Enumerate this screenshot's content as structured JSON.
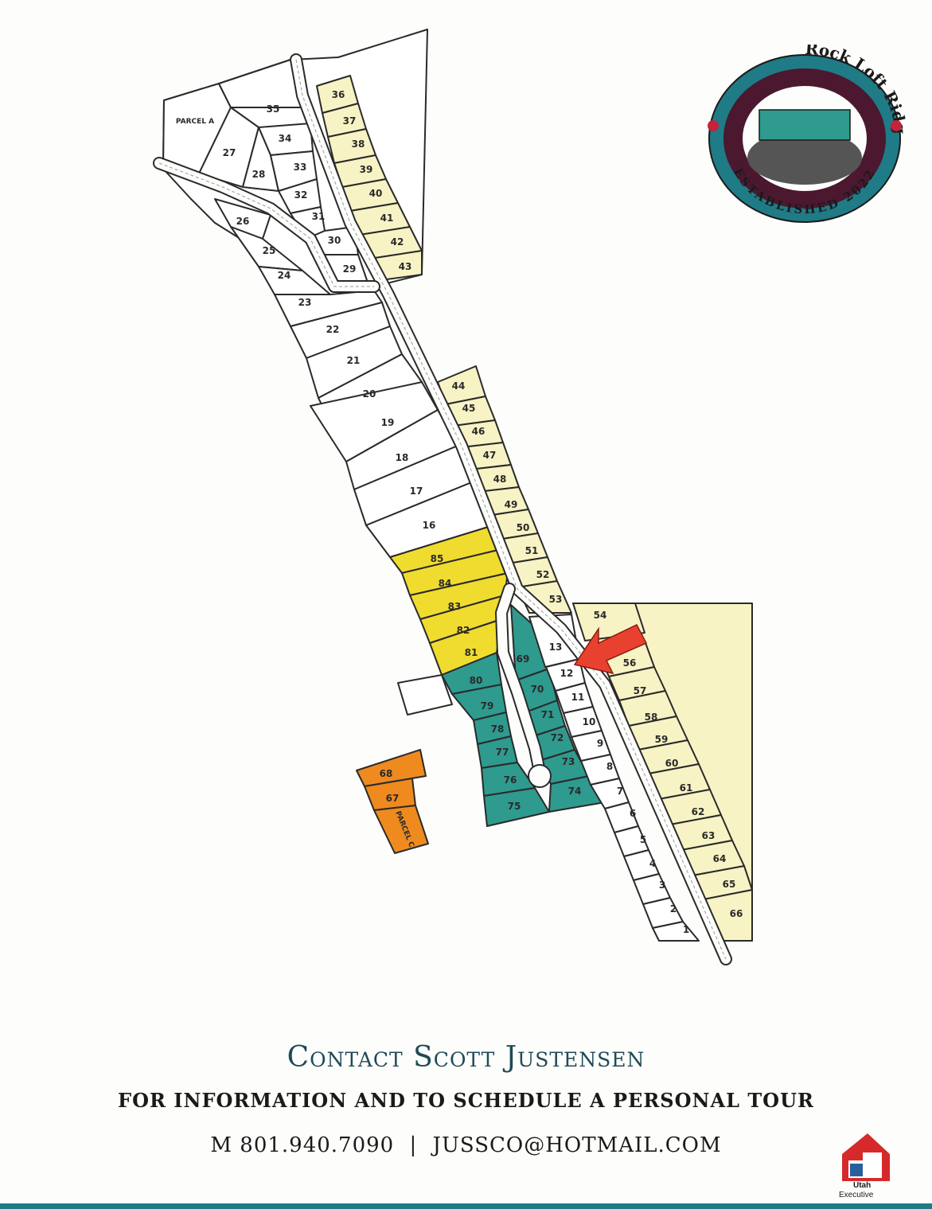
{
  "brand": {
    "name": "Rock Loft Ridge Estates",
    "established": "ESTABLISHED 2022",
    "accent_teal": "#1f7b86",
    "ring_color": "#4b1830"
  },
  "legend_colors": {
    "light_yellow": "#f7f3c4",
    "yellow": "#f0dc2f",
    "teal": "#2f9a8e",
    "orange": "#ef8a1f",
    "white": "#ffffff",
    "arrow_red": "#e8412f"
  },
  "parcels": {
    "parcel_a": "PARCEL A",
    "parcel_c": "PARCEL C"
  },
  "lots": {
    "1": "1",
    "2": "2",
    "3": "3",
    "4": "4",
    "5": "5",
    "6": "6",
    "7": "7",
    "8": "8",
    "9": "9",
    "10": "10",
    "11": "11",
    "12": "12",
    "13": "13",
    "16": "16",
    "17": "17",
    "18": "18",
    "19": "19",
    "20": "20",
    "21": "21",
    "22": "22",
    "23": "23",
    "24": "24",
    "25": "25",
    "26": "26",
    "27": "27",
    "28": "28",
    "29": "29",
    "30": "30",
    "31": "31",
    "32": "32",
    "33": "33",
    "34": "34",
    "35": "35",
    "36": "36",
    "37": "37",
    "38": "38",
    "39": "39",
    "40": "40",
    "41": "41",
    "42": "42",
    "43": "43",
    "44": "44",
    "45": "45",
    "46": "46",
    "47": "47",
    "48": "48",
    "49": "49",
    "50": "50",
    "51": "51",
    "52": "52",
    "53": "53",
    "54": "54",
    "56": "56",
    "57": "57",
    "58": "58",
    "59": "59",
    "60": "60",
    "61": "61",
    "62": "62",
    "63": "63",
    "64": "64",
    "65": "65",
    "66": "66",
    "67": "67",
    "68": "68",
    "69": "69",
    "70": "70",
    "71": "71",
    "72": "72",
    "73": "73",
    "74": "74",
    "75": "75",
    "76": "76",
    "77": "77",
    "78": "78",
    "79": "79",
    "80": "80",
    "81": "81",
    "82": "82",
    "83": "83",
    "84": "84",
    "85": "85"
  },
  "contact": {
    "title": "Contact Scott Justensen",
    "subtitle": "FOR INFORMATION AND TO SCHEDULE A PERSONAL TOUR",
    "phone": "M 801.940.7090",
    "separator": "|",
    "email": "JUSSCO@HOTMAIL.COM"
  },
  "footer_logo": {
    "line1": "Utah",
    "line2": "Executive"
  }
}
